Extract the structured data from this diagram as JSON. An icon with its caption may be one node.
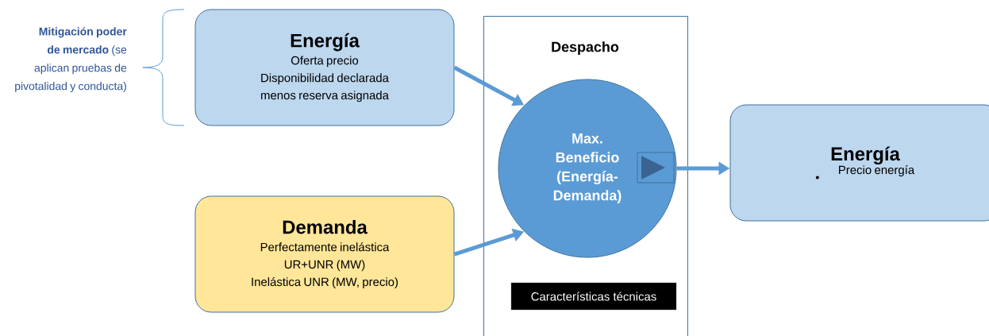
{
  "diagram": {
    "nodes": [
      {
        "text": [
          "Energía",
          "Oferta precio",
          "Disponibilidad declarada menos reserva asignada"
        ]
      },
      {
        "text": [
          "Demanda",
          "Perfectamente inelástica",
          "UR+UNR (MW)",
          "Inelástica UNR (MW, precio)"
        ]
      },
      {
        "text": [
          "Despacho"
        ]
      },
      {
        "text": [
          "Max. Beneficio (Energía-Demanda)"
        ],
        "in": 2
      },
      {
        "text": [
          "Características técnicas"
        ],
        "in": 2
      },
      {
        "text": [
          "Energía",
          "Precio energía"
        ]
      }
    ],
    "edges": [
      {
        "from": 0,
        "to": 3,
        "arrow": "to"
      },
      {
        "from": 1,
        "to": 3,
        "arrow": "to"
      },
      {
        "from": 3,
        "to": 5,
        "arrow": "to"
      }
    ],
    "labels": [
      "**Mitigación poder de mercado** (se aplican pruebas de pivotalidad y conducta)"
    ]
  }
}
